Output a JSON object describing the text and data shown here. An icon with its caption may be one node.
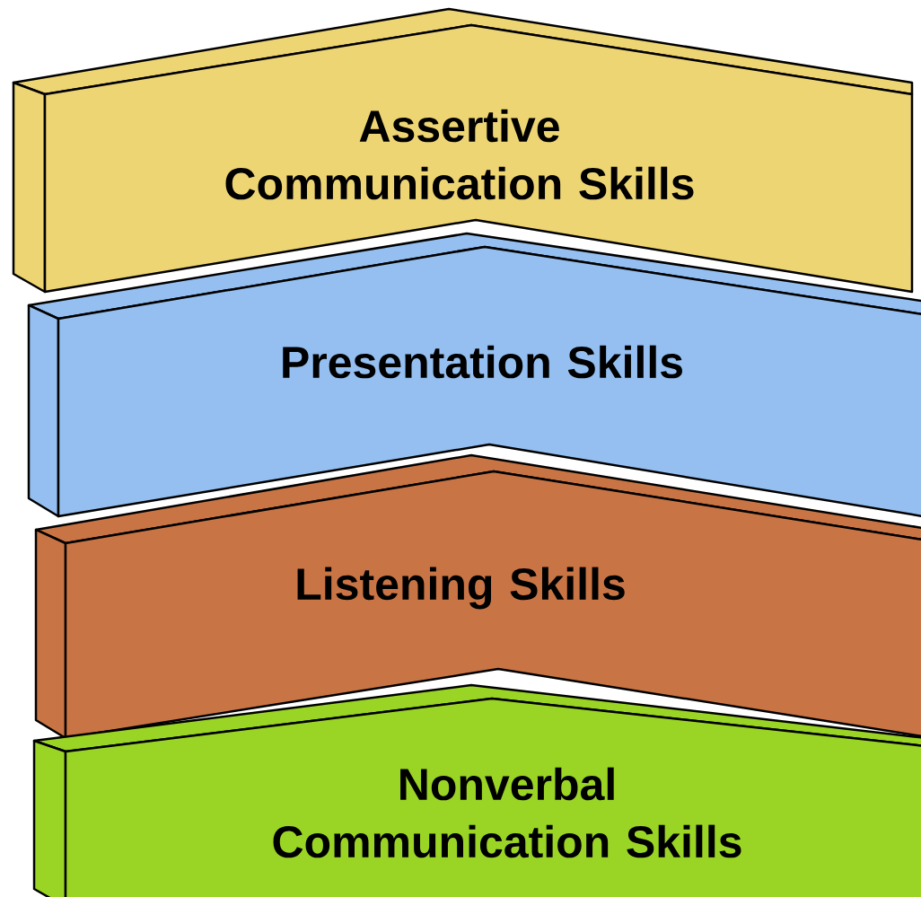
{
  "diagram": {
    "nodes": [
      {
        "text": [
          "Assertive Communication Skills"
        ]
      },
      {
        "text": [
          "Presentation Skills"
        ]
      },
      {
        "text": [
          "Listening Skills"
        ]
      },
      {
        "text": [
          "Nonverbal Communication Skills"
        ]
      }
    ]
  }
}
